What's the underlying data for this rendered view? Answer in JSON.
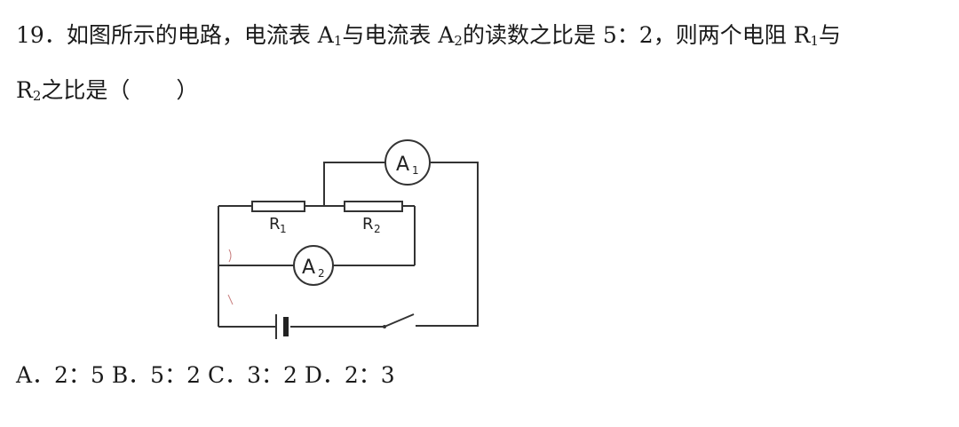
{
  "question": {
    "number": "19．",
    "line1_a": "如图所示的电路，电流表 A",
    "line1_sub1": "1",
    "line1_b": "与电流表 A",
    "line1_sub2": "2",
    "line1_c": "的读数之比是 5：2，则两个电阻 R",
    "line1_sub3": "1",
    "line1_d": "与",
    "line2_a": "R",
    "line2_sub": "2",
    "line2_b": "之比是（",
    "line2_c": "）"
  },
  "circuit": {
    "r1_label": "R",
    "r1_sub": "1",
    "r2_label": "R",
    "r2_sub": "2",
    "a1_label": "A",
    "a1_sub": "1",
    "a2_label": "A",
    "a2_sub": "2"
  },
  "options": {
    "text": "A．2：5 B．5：2 C．3：2 D．2：3"
  }
}
